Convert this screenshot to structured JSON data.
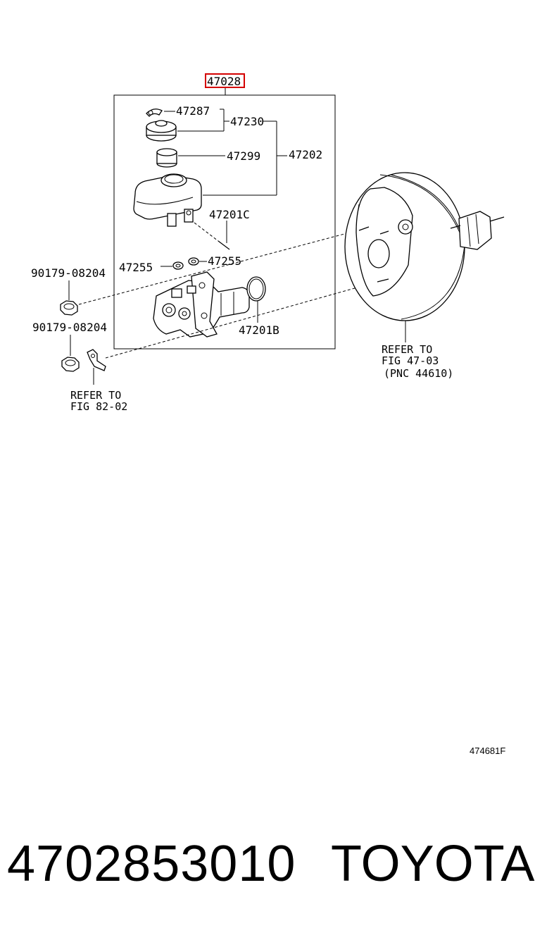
{
  "labels": {
    "assembly": "47028",
    "p47287": "47287",
    "p47230": "47230",
    "p47299": "47299",
    "p47202": "47202",
    "p47201c": "47201C",
    "p47255_left": "47255",
    "p47255_right": "47255",
    "p47201b": "47201B",
    "bolt_top": "90179-08204",
    "bolt_bottom": "90179-08204"
  },
  "refs": {
    "bracket_line1": "REFER TO",
    "bracket_line2": "FIG 82-02",
    "booster_line1": "REFER TO",
    "booster_line2": "FIG 47-03",
    "booster_line3": "(PNC 44610)"
  },
  "illustration_id": "474681F",
  "footer": {
    "part_number": "4702853010",
    "brand": "TOYOTA"
  },
  "colors": {
    "highlight": "#d40000",
    "ink": "#000000"
  }
}
